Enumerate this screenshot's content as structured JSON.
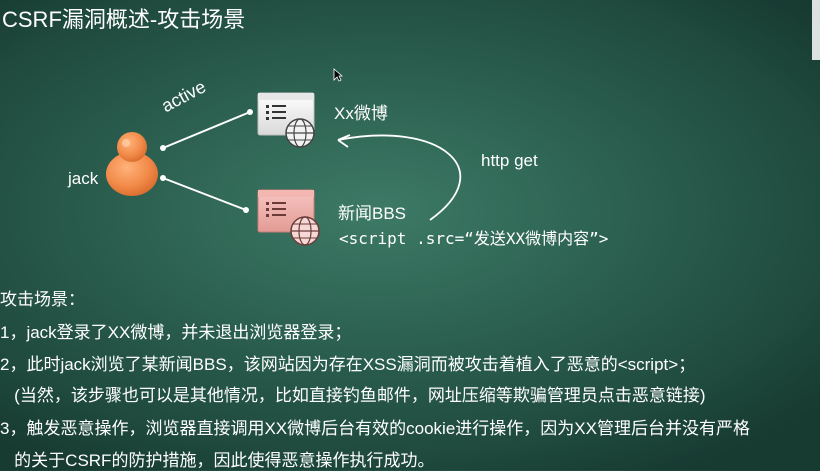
{
  "title": "CSRF漏洞概述-攻击场景",
  "diagram": {
    "user_label": "jack",
    "arrow_active_label": "active",
    "target_site_label": "Xx微博",
    "request_label": "http get",
    "malicious_site_label": "新闻BBS",
    "script_label": "<script .src=“发送XX微博内容”>"
  },
  "scenario": {
    "heading": "攻击场景：",
    "lines": [
      "1，jack登录了XX微博，并未退出浏览器登录；",
      "2，此时jack浏览了某新闻BBS，该网站因为存在XSS漏洞而被攻击着植入了恶意的<script>；",
      "   (当然，该步骤也可以是其他情况，比如直接钓鱼邮件，网址压缩等欺骗管理员点击恶意链接)",
      "3，触发恶意操作，浏览器直接调用XX微博后台有效的cookie进行操作，因为XX管理后台并没有严格",
      "   的关于CSRF的防护措施，因此使得恶意操作执行成功。"
    ]
  },
  "colors": {
    "background": "#2b5f4f",
    "person": "#f28b4a",
    "malicious_page": "#e9a6a1",
    "text": "#ffffff"
  }
}
